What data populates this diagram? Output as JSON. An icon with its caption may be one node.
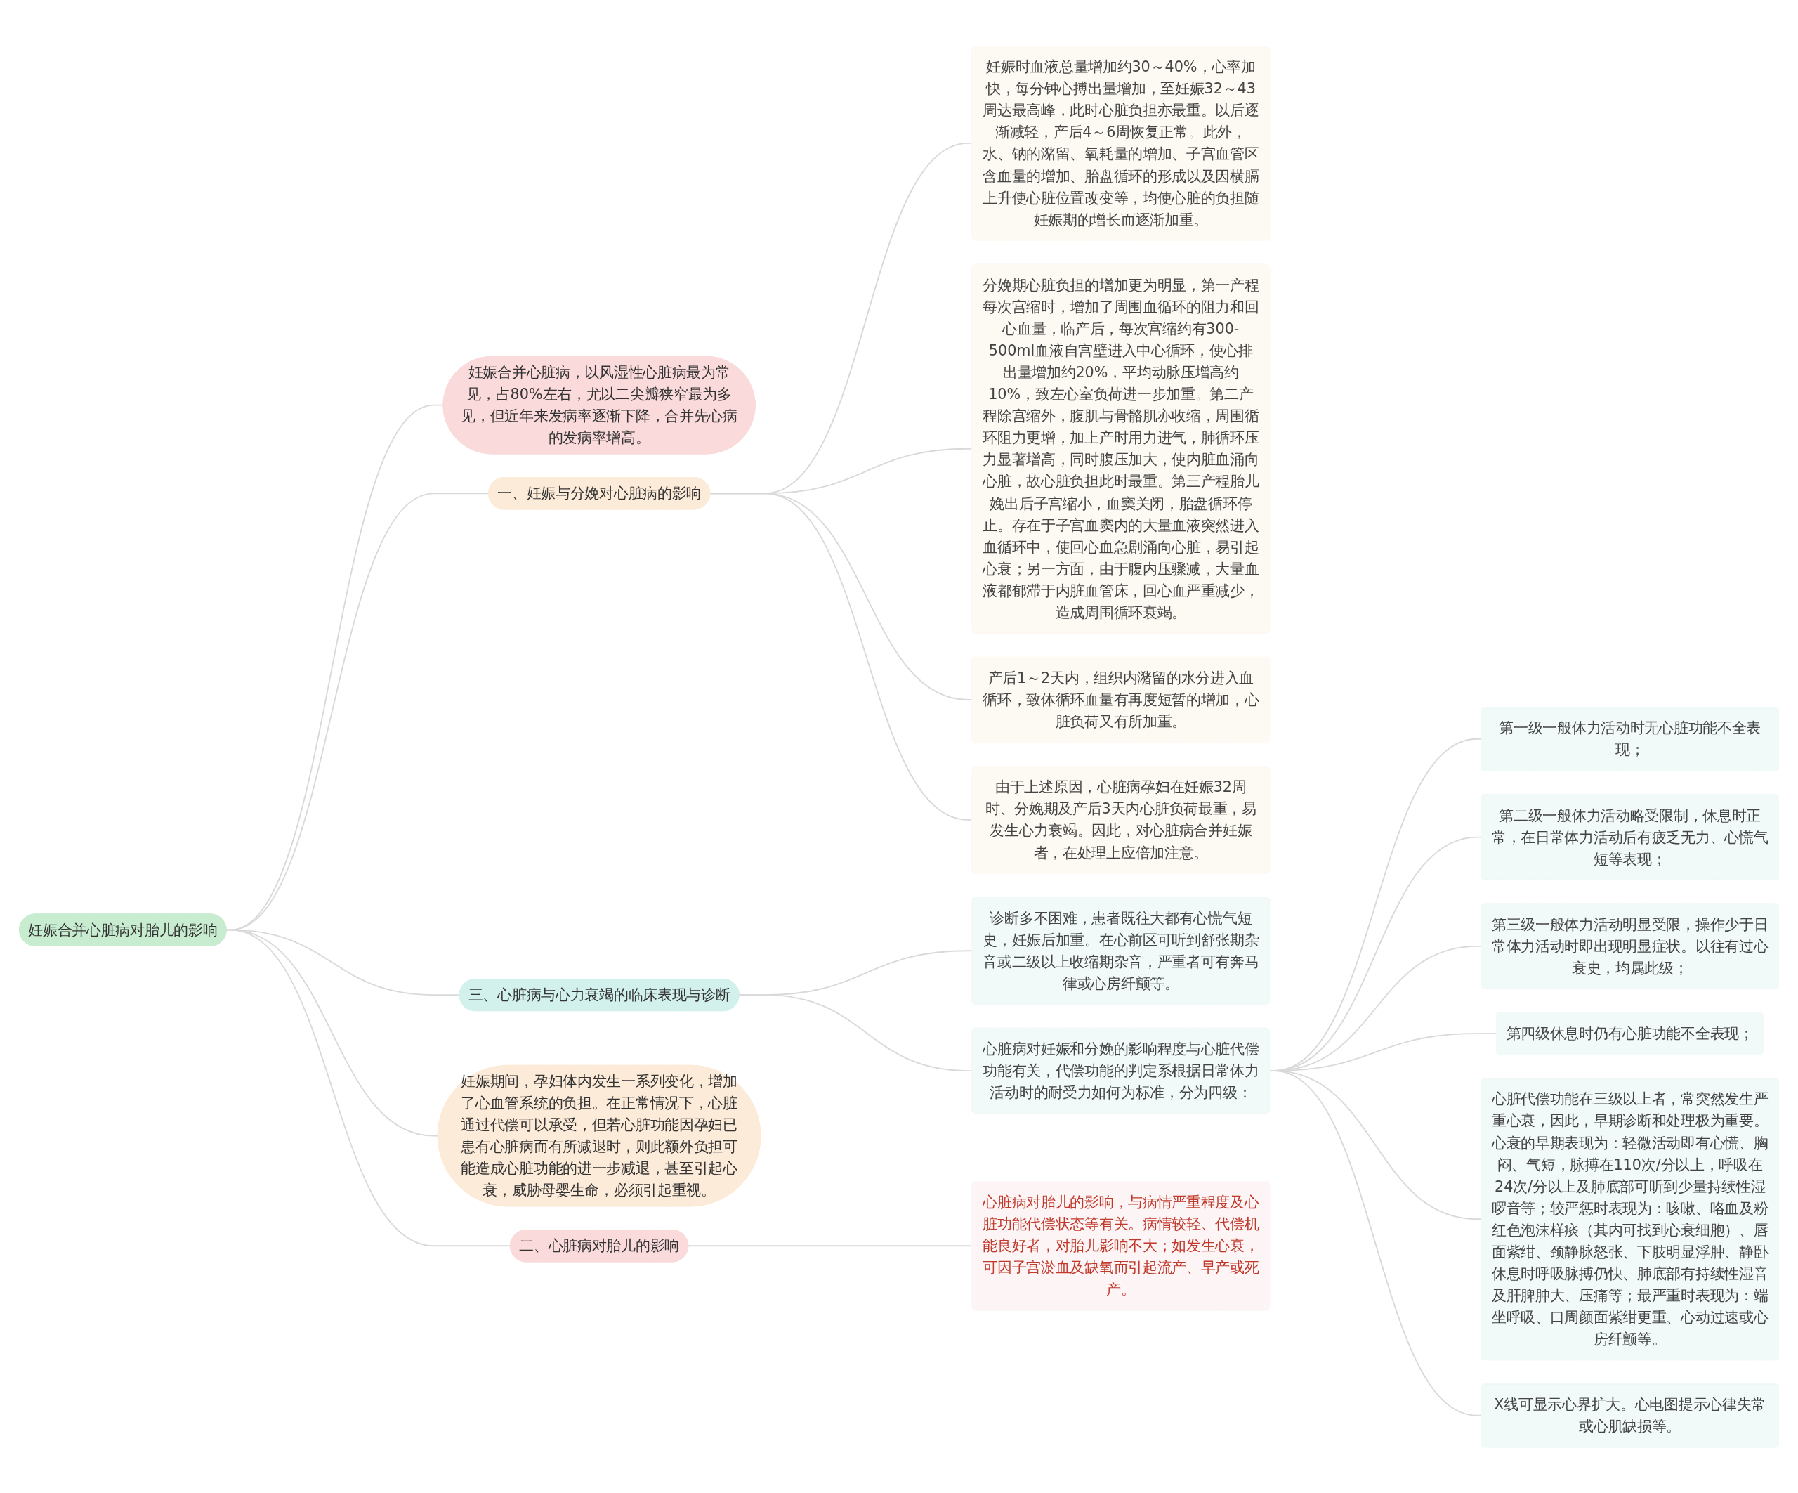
{
  "diagram": {
    "nodes": [
      {
        "text": [
          "妊娠合并心脏病对胎儿的影响"
        ]
      },
      {
        "text": [
          "妊娠合并心脏病，以风湿性心脏病最为常见，占80%左右，尤以二尖瓣狭窄最为多见，但近年来发病率逐渐下降，合并先心病的发病率增高。"
        ]
      },
      {
        "text": [
          "一、妊娠与分娩对心脏病的影响"
        ]
      },
      {
        "text": [
          "妊娠时血液总量增加约30～40%，心率加快，每分钟心搏出量增加，至妊娠32～43周达最高峰，此时心脏负担亦最重。以后逐渐减轻，产后4～6周恢复正常。此外，水、钠的潴留、氧耗量的增加、子宫血管区含血量的增加、胎盘循环的形成以及因横膈上升使心脏位置改变等，均使心脏的负担随妊娠期的增长而逐渐加重。"
        ]
      },
      {
        "text": [
          "分娩期心脏负担的增加更为明显，第一产程每次宫缩时，增加了周围血循环的阻力和回心血量，临产后，每次宫缩约有300-500ml血液自宫壁进入中心循环，使心排出量增加约20%，平均动脉压增高约10%，致左心室负荷进一步加重。第二产程除宫缩外，腹肌与骨骼肌亦收缩，周围循环阻力更增，加上产时用力进气，肺循环压力显著增高，同时腹压加大，使内脏血涌向心脏，故心脏负担此时最重。第三产程胎儿娩出后子宫缩小，血窦关闭，胎盘循环停止。存在于子宫血窦内的大量血液突然进入血循环中，使回心血急剧涌向心脏，易引起心衰；另一方面，由于腹内压骤减，大量血液都郁滞于内脏血管床，回心血严重减少，造成周围循环衰竭。"
        ]
      },
      {
        "text": [
          "产后1～2天内，组织内潴留的水分进入血循环，致体循环血量有再度短暂的增加，心脏负荷又有所加重。"
        ]
      },
      {
        "text": [
          "由于上述原因，心脏病孕妇在妊娠32周时、分娩期及产后3天内心脏负荷最重，易发生心力衰竭。因此，对心脏病合并妊娠者，在处理上应倍加注意。"
        ]
      },
      {
        "text": [
          "三、心脏病与心力衰竭的临床表现与诊断"
        ]
      },
      {
        "text": [
          "诊断多不困难，患者既往大都有心慌气短史，妊娠后加重。在心前区可听到舒张期杂音或二级以上收缩期杂音，严重者可有奔马律或心房纤颤等。"
        ]
      },
      {
        "text": [
          "心脏病对妊娠和分娩的影响程度与心脏代偿功能有关，代偿功能的判定系根据日常体力活动时的耐受力如何为标准，分为四级："
        ]
      },
      {
        "text": [
          "第一级一般体力活动时无心脏功能不全表现；"
        ]
      },
      {
        "text": [
          "第二级一般体力活动略受限制，休息时正常，在日常体力活动后有疲乏无力、心慌气短等表现；"
        ]
      },
      {
        "text": [
          "第三级一般体力活动明显受限，操作少于日常体力活动时即出现明显症状。以往有过心衰史，均属此级；"
        ]
      },
      {
        "text": [
          "第四级休息时仍有心脏功能不全表现；"
        ]
      },
      {
        "text": [
          "心脏代偿功能在三级以上者，常突然发生严重心衰，因此，早期诊断和处理极为重要。心衰的早期表现为：轻微活动即有心慌、胸闷、气短，脉搏在110次/分以上，呼吸在24次/分以上及肺底部可听到少量持续性湿啰音等；较严惩时表现为：咳嗽、咯血及粉红色泡沫样痰（其内可找到心衰细胞）、唇面紫绀、颈静脉怒张、下肢明显浮肿、静卧休息时呼吸脉搏仍快、肺底部有持续性湿音及肝脾肿大、压痛等；最严重时表现为：端坐呼吸、口周颜面紫绀更重、心动过速或心房纤颤等。"
        ]
      },
      {
        "text": [
          "X线可显示心界扩大。心电图提示心律失常或心肌缺损等。"
        ]
      },
      {
        "text": [
          "妊娠期间，孕妇体内发生一系列变化，增加了心血管系统的负担。在正常情况下，心脏通过代偿可以承受，但若心脏功能因孕妇已患有心脏病而有所减退时，则此额外负担可能造成心脏功能的进一步减退，甚至引起心衰，威胁母婴生命，必须引起重视。"
        ]
      },
      {
        "text": [
          "二、心脏病对胎儿的影响"
        ]
      },
      {
        "text": [
          "心脏病对胎儿的影响，与病情严重程度及心脏功能代偿状态等有关。病情较轻、代偿机能良好者，对胎儿影响不大；如发生心衰，可因子宫淤血及缺氧而引起流产、早产或死产。"
        ]
      }
    ],
    "edges": [
      {
        "from": 0,
        "to": 1,
        "arrow": "none"
      },
      {
        "from": 0,
        "to": 2,
        "arrow": "none"
      },
      {
        "from": 2,
        "to": 3,
        "arrow": "none"
      },
      {
        "from": 2,
        "to": 4,
        "arrow": "none"
      },
      {
        "from": 2,
        "to": 5,
        "arrow": "none"
      },
      {
        "from": 2,
        "to": 6,
        "arrow": "none"
      },
      {
        "from": 0,
        "to": 7,
        "arrow": "none"
      },
      {
        "from": 7,
        "to": 8,
        "arrow": "none"
      },
      {
        "from": 7,
        "to": 9,
        "arrow": "none"
      },
      {
        "from": 9,
        "to": 10,
        "arrow": "none"
      },
      {
        "from": 9,
        "to": 11,
        "arrow": "none"
      },
      {
        "from": 9,
        "to": 12,
        "arrow": "none"
      },
      {
        "from": 9,
        "to": 13,
        "arrow": "none"
      },
      {
        "from": 9,
        "to": 14,
        "arrow": "none"
      },
      {
        "from": 9,
        "to": 15,
        "arrow": "none"
      },
      {
        "from": 0,
        "to": 16,
        "arrow": "none"
      },
      {
        "from": 0,
        "to": 17,
        "arrow": "none"
      },
      {
        "from": 17,
        "to": 18,
        "arrow": "none"
      }
    ]
  }
}
